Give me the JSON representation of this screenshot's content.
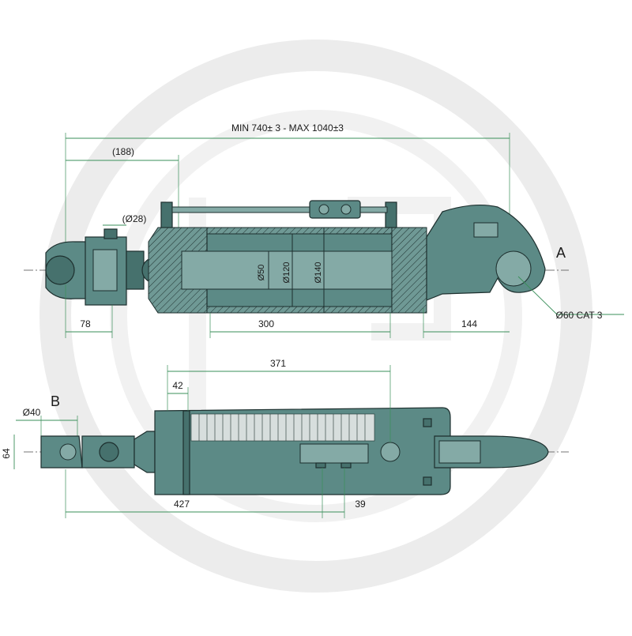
{
  "view_a": {
    "label": "A",
    "overall_length": "MIN 740± 3 - MAX 1040±3",
    "left_offset": "(188)",
    "pin_hole": "(Ø28)",
    "rod_diameter": "Ø50",
    "bore_diameter": "Ø120",
    "outer_diameter": "Ø140",
    "left_end_length": "78",
    "cylinder_length": "300",
    "hook_length": "144",
    "hook_pin": "Ø60 CAT 3"
  },
  "view_b": {
    "label": "B",
    "ball_diameter": "Ø40",
    "ball_width": "64",
    "port_offset": "42",
    "port_position": "371",
    "valve_position": "427",
    "valve_width": "39"
  },
  "colors": {
    "body": "#5c8a86",
    "outline": "#1d2f2e",
    "dimension": "#3a8f5a",
    "watermark": "#ececec"
  }
}
